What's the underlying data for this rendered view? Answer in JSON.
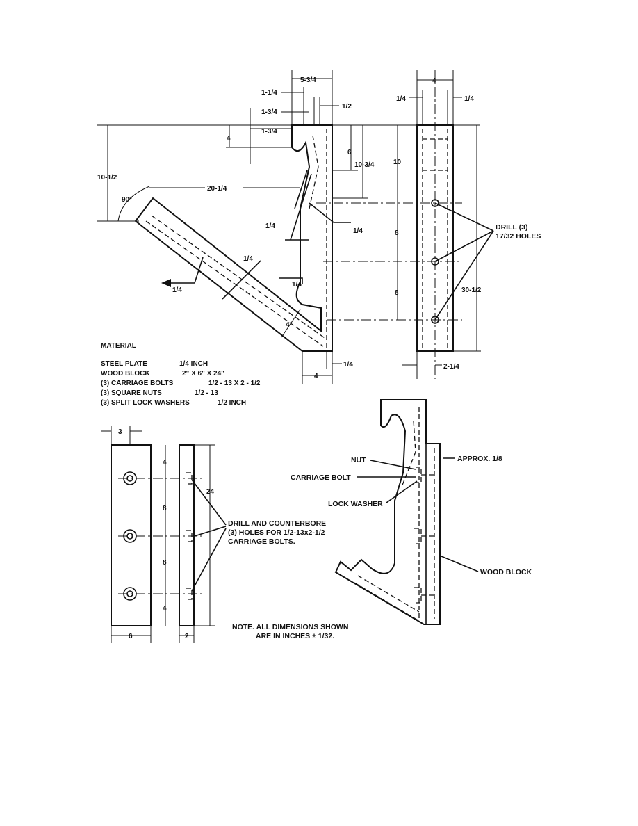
{
  "top_view": {
    "dims": {
      "overall_width": "5-3/4",
      "a": "1-1/4",
      "b": "1/2",
      "c": "1-3/4",
      "d": "1-3/4",
      "e": "4",
      "f": "6",
      "g": "10-3/4",
      "h": "10-1/2",
      "angle": "90°",
      "arm": "20-1/4",
      "weld_top": "1/4",
      "weld_side": "1/4",
      "weld_mid": "1/4",
      "weld_arm": "1/4",
      "weld_inner": "1/4",
      "arm_width": "4",
      "bottom_thk": "1/4",
      "bottom_w": "4"
    }
  },
  "side_view": {
    "dims": {
      "top_w": "4",
      "left_off": "1/4",
      "right_off": "1/4",
      "d10": "10",
      "d8a": "8",
      "d8b": "8",
      "total": "30-1/2",
      "bottom_off": "2-1/4"
    },
    "drill_line1": "DRILL (3)",
    "drill_line2": "17/32 HOLES"
  },
  "material": {
    "heading": "MATERIAL",
    "rows": [
      {
        "item": "STEEL PLATE",
        "spec": "1/4 INCH"
      },
      {
        "item": "WOOD BLOCK",
        "spec": "2\" X 6\" X 24\""
      },
      {
        "item": "(3) CARRIAGE BOLTS",
        "spec": "1/2 - 13 X 2 - 1/2"
      },
      {
        "item": "(3) SQUARE NUTS",
        "spec": "1/2 - 13"
      },
      {
        "item": "(3) SPLIT LOCK WASHERS",
        "spec": "1/2 INCH"
      }
    ]
  },
  "block_view": {
    "dims": {
      "top": "3",
      "s4a": "4",
      "s8a": "8",
      "s8b": "8",
      "s4b": "4",
      "overall": "24",
      "width": "6",
      "thick": "2"
    },
    "callout_line1": "DRILL AND COUNTERBORE",
    "callout_line2": "(3) HOLES FOR 1/2-13x2-1/2",
    "callout_line3": "CARRIAGE BOLTS."
  },
  "assembly_view": {
    "approx": "APPROX. 1/8",
    "nut": "NUT",
    "carriage_bolt": "CARRIAGE BOLT",
    "lock_washer": "LOCK WASHER",
    "wood_block": "WOOD BLOCK"
  },
  "note": {
    "line1": "NOTE.  ALL DIMENSIONS SHOWN",
    "line2": "ARE IN INCHES ± 1/32."
  }
}
